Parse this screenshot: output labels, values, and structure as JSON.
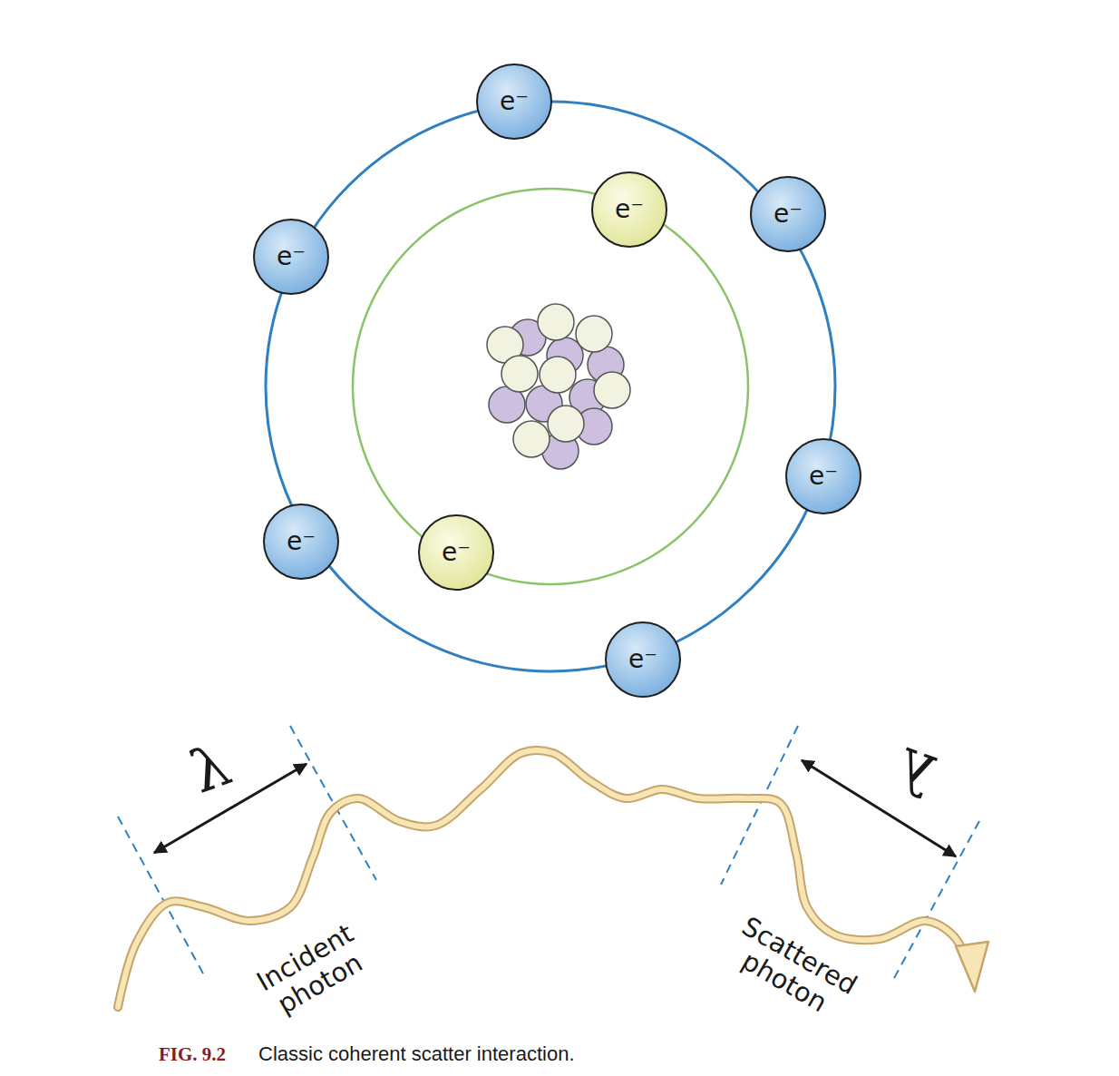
{
  "diagram": {
    "caption": "Classic coherent scatter interaction.",
    "nodes": [
      {
        "text": [
          "e⁻"
        ]
      },
      {
        "text": [
          "e⁻"
        ]
      },
      {
        "text": [
          "e⁻"
        ]
      },
      {
        "text": [
          "e⁻"
        ]
      },
      {
        "text": [
          "e⁻"
        ]
      },
      {
        "text": [
          "e⁻"
        ]
      },
      {
        "text": [
          "e⁻"
        ]
      },
      {
        "text": [
          "e⁻"
        ]
      }
    ],
    "labels": [
      "λ",
      "λ",
      "Incident photon",
      "Scattered photon",
      "FIG. 9.2"
    ]
  }
}
